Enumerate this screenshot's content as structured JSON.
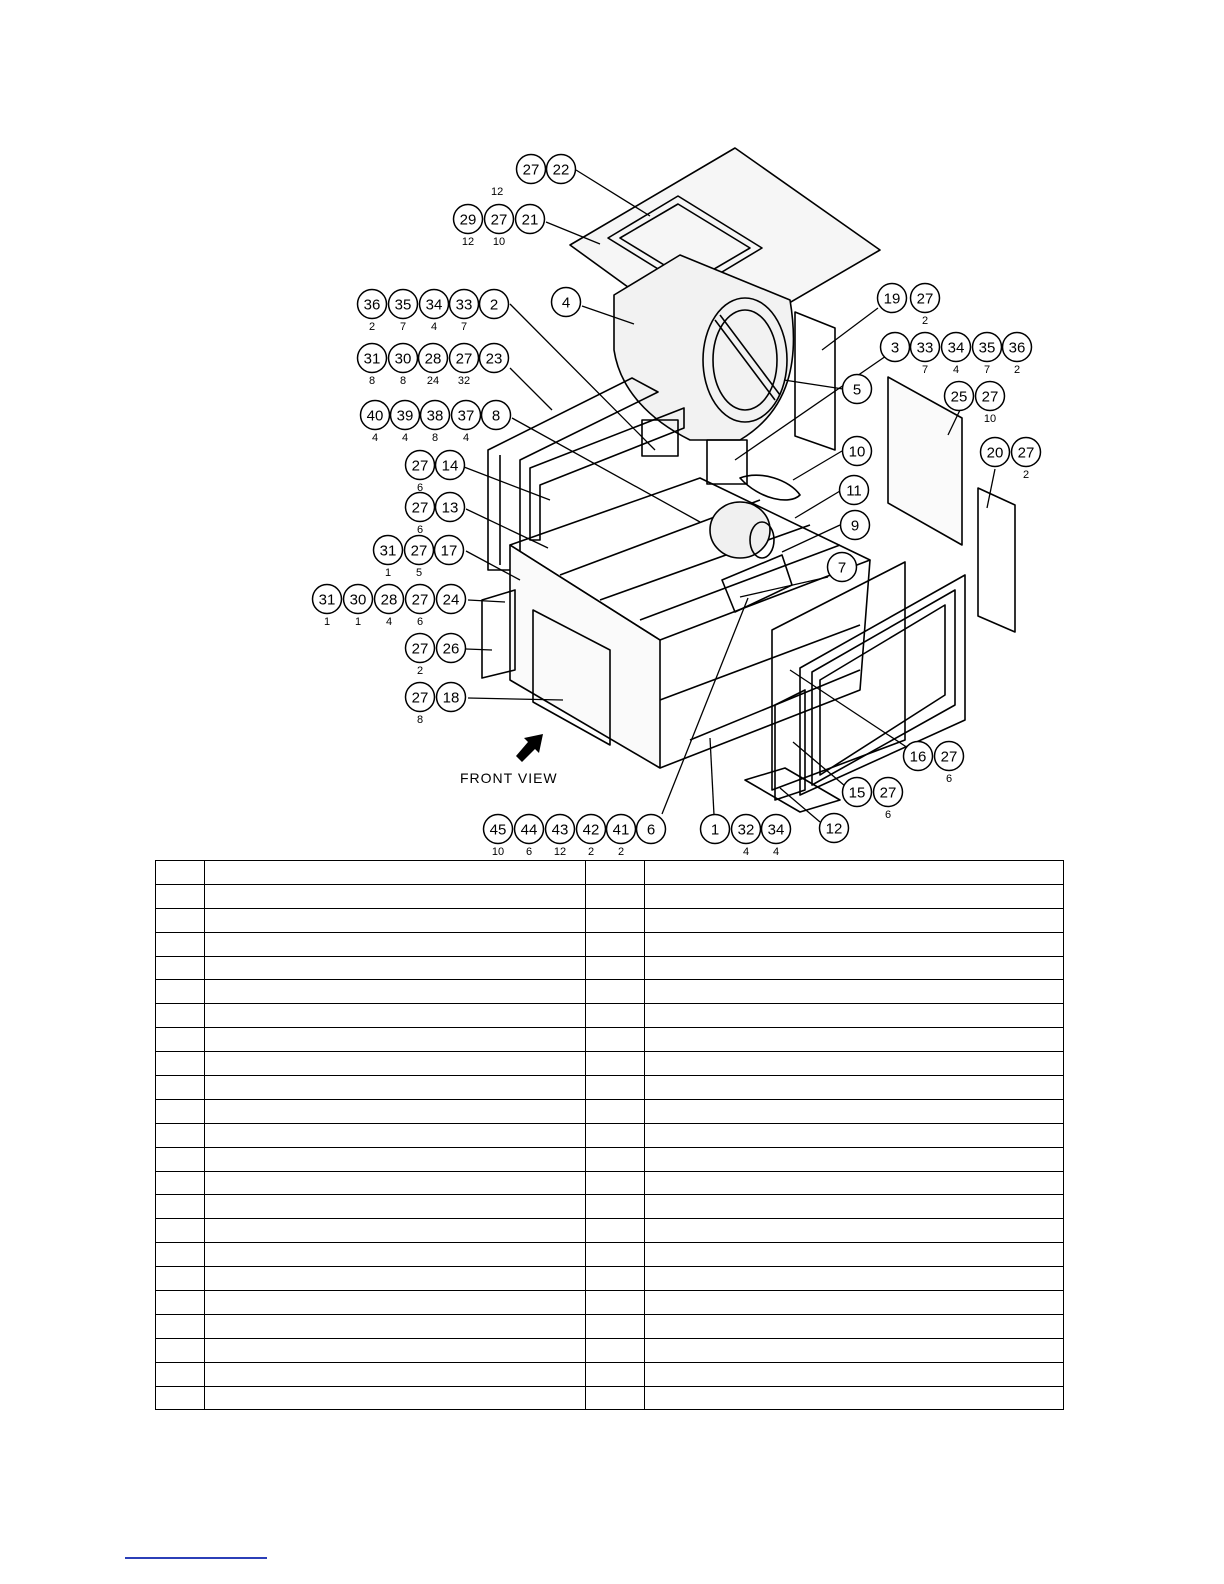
{
  "diagram": {
    "front_view_label": "FRONT VIEW",
    "callouts": [
      {
        "label": "27"
      },
      {
        "label": "22"
      },
      {
        "label": "29",
        "qty": "12"
      },
      {
        "label": "27",
        "qty": "10"
      },
      {
        "label": "21"
      },
      {
        "label": "36",
        "qty": "2"
      },
      {
        "label": "35",
        "qty": "7"
      },
      {
        "label": "34",
        "qty": "4"
      },
      {
        "label": "33",
        "qty": "7"
      },
      {
        "label": "2"
      },
      {
        "label": "4"
      },
      {
        "label": "31",
        "qty": "8"
      },
      {
        "label": "30",
        "qty": "8"
      },
      {
        "label": "28",
        "qty": "24"
      },
      {
        "label": "27",
        "qty": "32"
      },
      {
        "label": "23"
      },
      {
        "label": "40",
        "qty": "4"
      },
      {
        "label": "39",
        "qty": "4"
      },
      {
        "label": "38",
        "qty": "8"
      },
      {
        "label": "37",
        "qty": "4"
      },
      {
        "label": "8"
      },
      {
        "label": "27",
        "qty": "6"
      },
      {
        "label": "14"
      },
      {
        "label": "27",
        "qty": "6"
      },
      {
        "label": "13"
      },
      {
        "label": "31",
        "qty": "1"
      },
      {
        "label": "27",
        "qty": "5"
      },
      {
        "label": "17"
      },
      {
        "label": "31",
        "qty": "1"
      },
      {
        "label": "30",
        "qty": "1"
      },
      {
        "label": "28",
        "qty": "4"
      },
      {
        "label": "27",
        "qty": "6"
      },
      {
        "label": "24"
      },
      {
        "label": "27",
        "qty": "2"
      },
      {
        "label": "26"
      },
      {
        "label": "27",
        "qty": "8"
      },
      {
        "label": "18"
      },
      {
        "label": "19"
      },
      {
        "label": "27",
        "qty": "2"
      },
      {
        "label": "3"
      },
      {
        "label": "33",
        "qty": "7"
      },
      {
        "label": "34",
        "qty": "4"
      },
      {
        "label": "35",
        "qty": "7"
      },
      {
        "label": "36",
        "qty": "2"
      },
      {
        "label": "5"
      },
      {
        "label": "25"
      },
      {
        "label": "27",
        "qty": "10"
      },
      {
        "label": "10"
      },
      {
        "label": "20"
      },
      {
        "label": "27",
        "qty": "2"
      },
      {
        "label": "11"
      },
      {
        "label": "9"
      },
      {
        "label": "7"
      },
      {
        "label": "16"
      },
      {
        "label": "27",
        "qty": "6"
      },
      {
        "label": "15"
      },
      {
        "label": "27",
        "qty": "6"
      },
      {
        "label": "12"
      },
      {
        "label": "45",
        "qty": "10"
      },
      {
        "label": "44",
        "qty": "6"
      },
      {
        "label": "43",
        "qty": "12"
      },
      {
        "label": "42",
        "qty": "2"
      },
      {
        "label": "41",
        "qty": "2"
      },
      {
        "label": "6"
      },
      {
        "label": "1"
      },
      {
        "label": "32",
        "qty": "4"
      },
      {
        "label": "34",
        "qty": "4"
      }
    ],
    "loose_texts": [
      "12"
    ]
  },
  "parts_table": {
    "row_count": 23
  }
}
